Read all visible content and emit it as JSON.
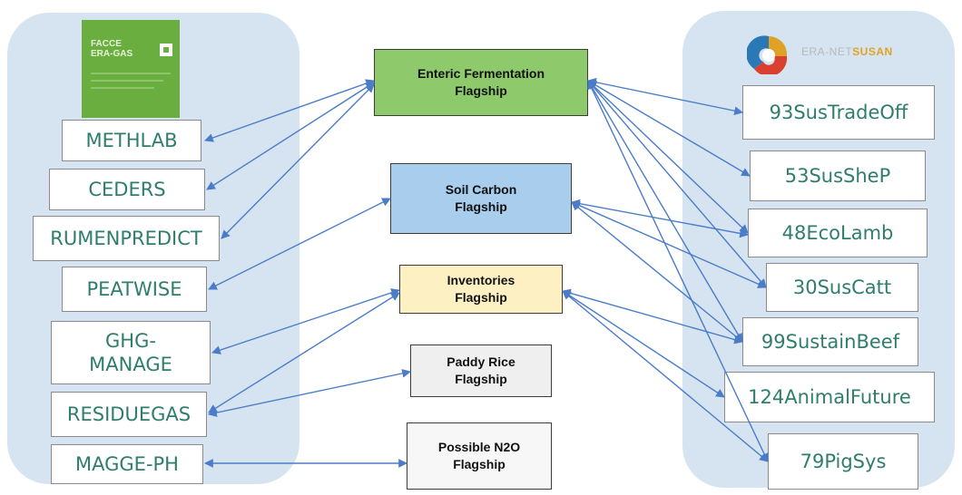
{
  "left_logo": {
    "text": "FACCE\nERA-GAS"
  },
  "right_logo": {
    "text_plain": "ERA-NET",
    "text_bold": "SUSAN"
  },
  "left_projects": [
    "METHLAB",
    "CEDERS",
    "RUMENPREDICT",
    "PEATWISE",
    "GHG-\nMANAGE",
    "RESIDUEGAS",
    "MAGGE-PH"
  ],
  "flagships": [
    {
      "label": "Enteric Fermentation\nFlagship",
      "color": "#8ec96b"
    },
    {
      "label": "Soil Carbon\nFlagship",
      "color": "#a9cdec"
    },
    {
      "label": "Inventories\nFlagship",
      "color": "#fdf1c3"
    },
    {
      "label": "Paddy Rice\nFlagship",
      "color": "#efefef"
    },
    {
      "label": "Possible N2O\nFlagship",
      "color": "#f7f7f7"
    }
  ],
  "right_projects": [
    "93SusTradeOff",
    "53SusSheP",
    "48EcoLamb",
    "30SusCatt",
    "99SustainBeef",
    "124AnimalFuture",
    "79PigSys"
  ],
  "colors": {
    "panel": "#d6e4f2",
    "arrow": "#4a7cc8",
    "project_text": "#2f7d6b"
  }
}
